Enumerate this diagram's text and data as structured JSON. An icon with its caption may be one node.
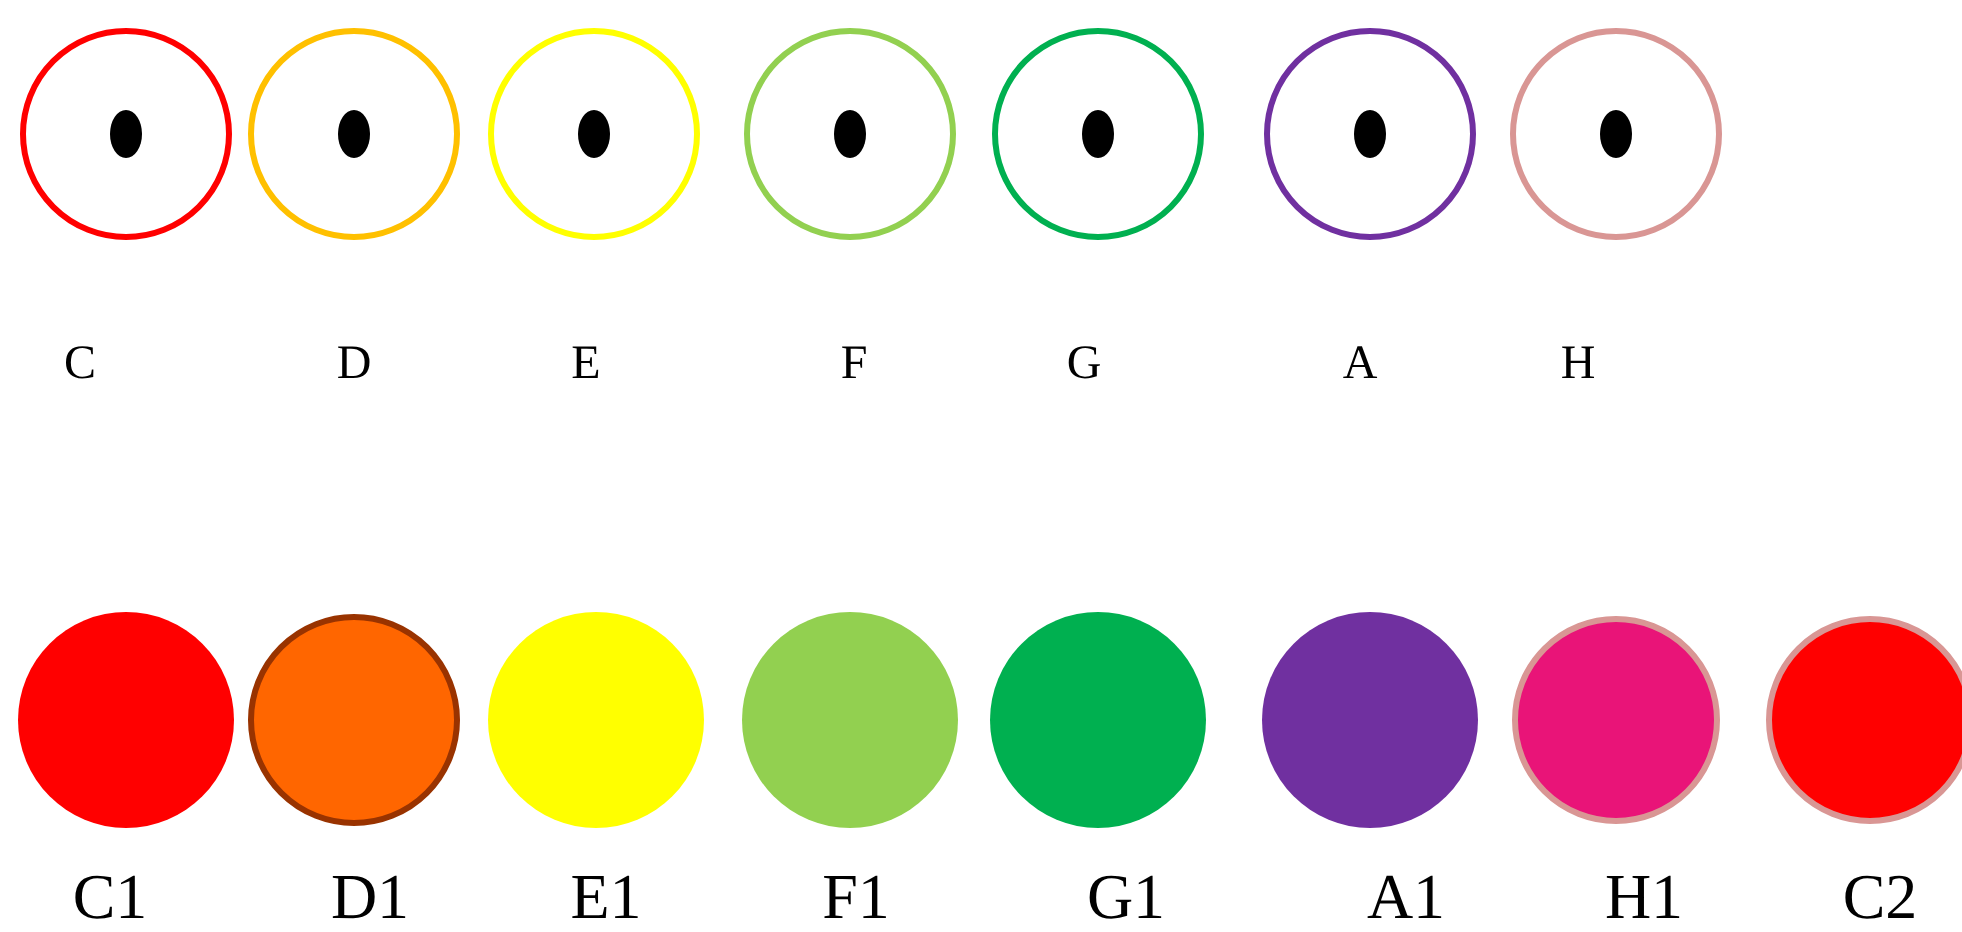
{
  "diagram": {
    "nodes": [
      {
        "text": [],
        "shape": "circle",
        "beside": [
          "C"
        ]
      },
      {
        "text": [],
        "shape": "circle",
        "beside": [
          "D"
        ]
      },
      {
        "text": [],
        "shape": "circle",
        "beside": [
          "E"
        ]
      },
      {
        "text": [],
        "shape": "circle",
        "beside": [
          "F"
        ]
      },
      {
        "text": [],
        "shape": "circle",
        "beside": [
          "G"
        ]
      },
      {
        "text": [],
        "shape": "circle",
        "beside": [
          "A"
        ]
      },
      {
        "text": [],
        "shape": "circle",
        "beside": [
          "H"
        ]
      },
      {
        "text": [],
        "shape": "circle",
        "beside": [
          "C1"
        ]
      },
      {
        "text": [],
        "shape": "circle",
        "beside": [
          "D1"
        ]
      },
      {
        "text": [],
        "shape": "circle",
        "beside": [
          "E1"
        ]
      },
      {
        "text": [],
        "shape": "circle",
        "beside": [
          "F1"
        ]
      },
      {
        "text": [],
        "shape": "circle",
        "beside": [
          "G1"
        ]
      },
      {
        "text": [],
        "shape": "circle",
        "beside": [
          "A1"
        ]
      },
      {
        "text": [],
        "shape": "circle",
        "beside": [
          "H1"
        ]
      },
      {
        "text": [],
        "shape": "circle",
        "beside": [
          "C2"
        ]
      }
    ]
  }
}
